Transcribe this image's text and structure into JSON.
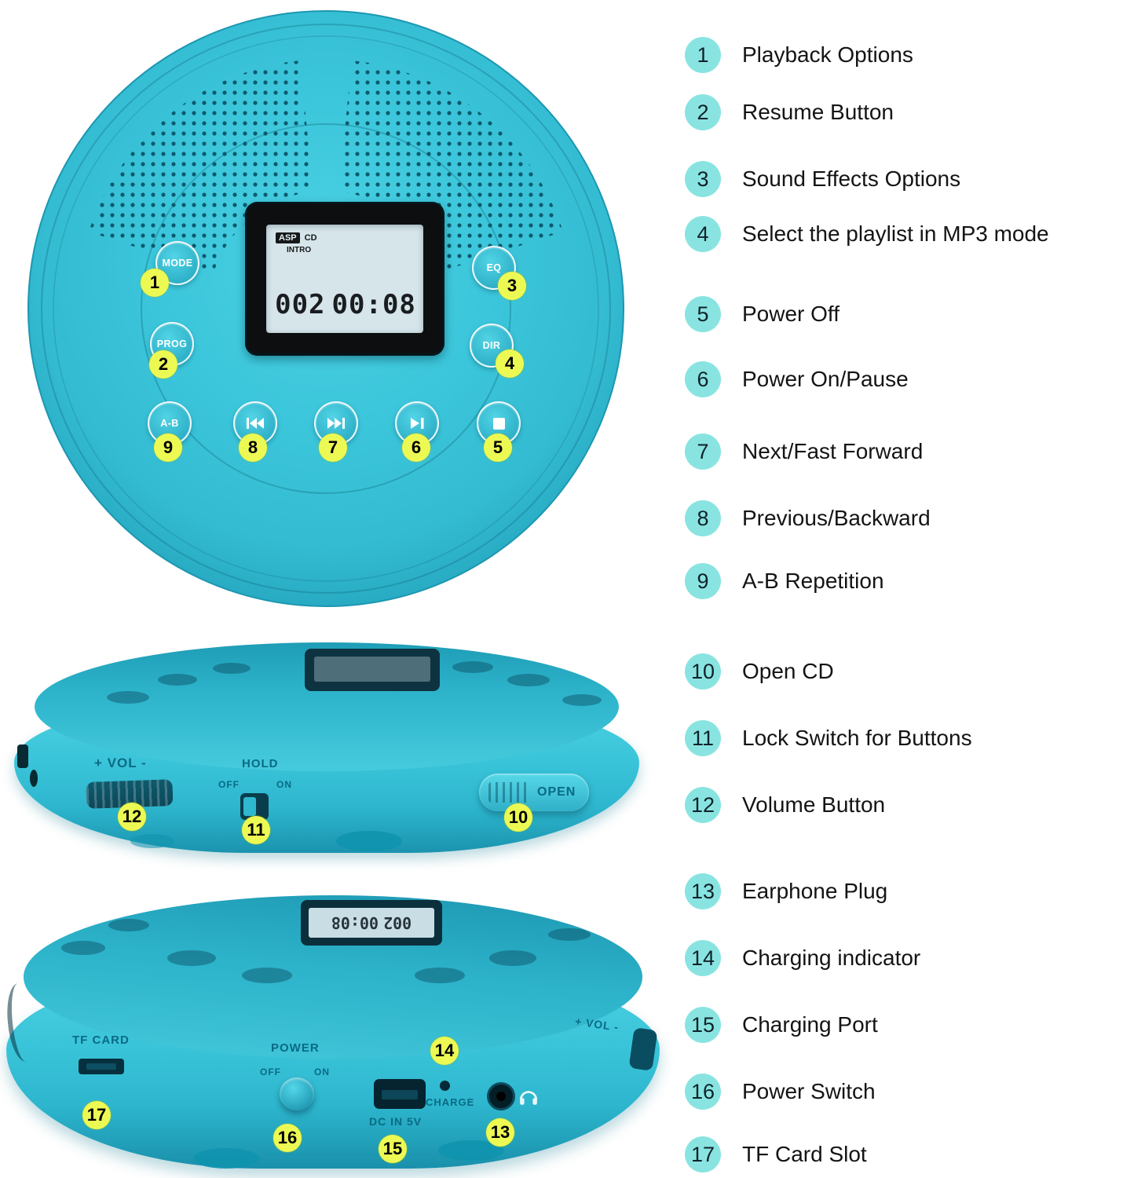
{
  "colors": {
    "device_main": "#38c4da",
    "device_dark": "#1f9fba",
    "badge_yellow": "#edf953",
    "legend_circle": "#89e4e1",
    "label_engraved": "#0a6a84"
  },
  "legend": {
    "items": [
      {
        "num": "1",
        "label": "Playback Options"
      },
      {
        "num": "2",
        "label": "Resume Button"
      },
      {
        "num": "3",
        "label": "Sound Effects Options"
      },
      {
        "num": "4",
        "label": "Select the playlist in MP3 mode"
      },
      {
        "num": "5",
        "label": "Power Off"
      },
      {
        "num": "6",
        "label": "Power On/Pause"
      },
      {
        "num": "7",
        "label": "Next/Fast Forward"
      },
      {
        "num": "8",
        "label": "Previous/Backward"
      },
      {
        "num": "9",
        "label": "A-B Repetition"
      },
      {
        "num": "10",
        "label": "Open CD"
      },
      {
        "num": "11",
        "label": "Lock Switch for Buttons"
      },
      {
        "num": "12",
        "label": "Volume Button"
      },
      {
        "num": "13",
        "label": "Earphone Plug"
      },
      {
        "num": "14",
        "label": "Charging indicator"
      },
      {
        "num": "15",
        "label": "Charging Port"
      },
      {
        "num": "16",
        "label": "Power Switch"
      },
      {
        "num": "17",
        "label": "TF Card Slot"
      }
    ]
  },
  "top_view": {
    "button_mode": "MODE",
    "button_prog": "PROG",
    "button_ab": "A-B",
    "button_eq": "EQ",
    "button_dir": "DIR",
    "display": {
      "asp": "ASP",
      "cd": "CD",
      "intro": "INTRO",
      "track": "002",
      "time": "00:08"
    }
  },
  "side_top": {
    "volume_label": "+ VOL -",
    "hold_label": "HOLD",
    "off_label": "OFF",
    "on_label": "ON",
    "open_label": "OPEN"
  },
  "side_bottom": {
    "tf_card_label": "TF CARD",
    "power_label": "POWER",
    "off_label": "OFF",
    "on_label": "ON",
    "dc_in_label": "DC IN 5V",
    "charge_label": "CHARGE",
    "volume_label": "+ VOL -"
  }
}
